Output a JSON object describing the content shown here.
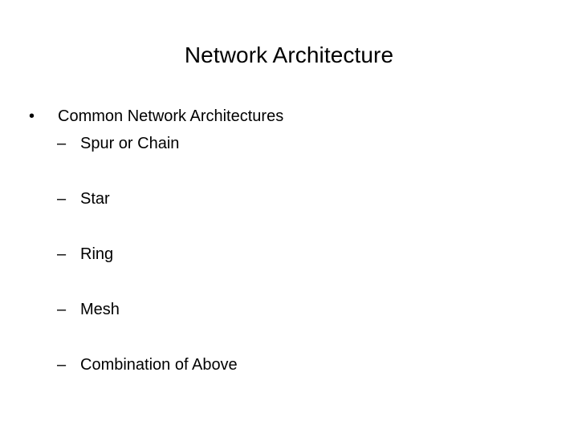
{
  "slide": {
    "title": "Network Architecture",
    "background_color": "#ffffff",
    "text_color": "#000000",
    "bullet_marker": "•",
    "sub_bullet_marker": "–",
    "content": [
      {
        "level": 1,
        "marker": "•",
        "text": "Common Network Architectures"
      },
      {
        "level": 2,
        "marker": "–",
        "text": "Spur or Chain"
      },
      {
        "level": 2,
        "marker": "–",
        "text": "Star"
      },
      {
        "level": 2,
        "marker": "–",
        "text": "Ring"
      },
      {
        "level": 2,
        "marker": "–",
        "text": "Mesh"
      },
      {
        "level": 2,
        "marker": "–",
        "text": "Combination of Above"
      }
    ]
  }
}
